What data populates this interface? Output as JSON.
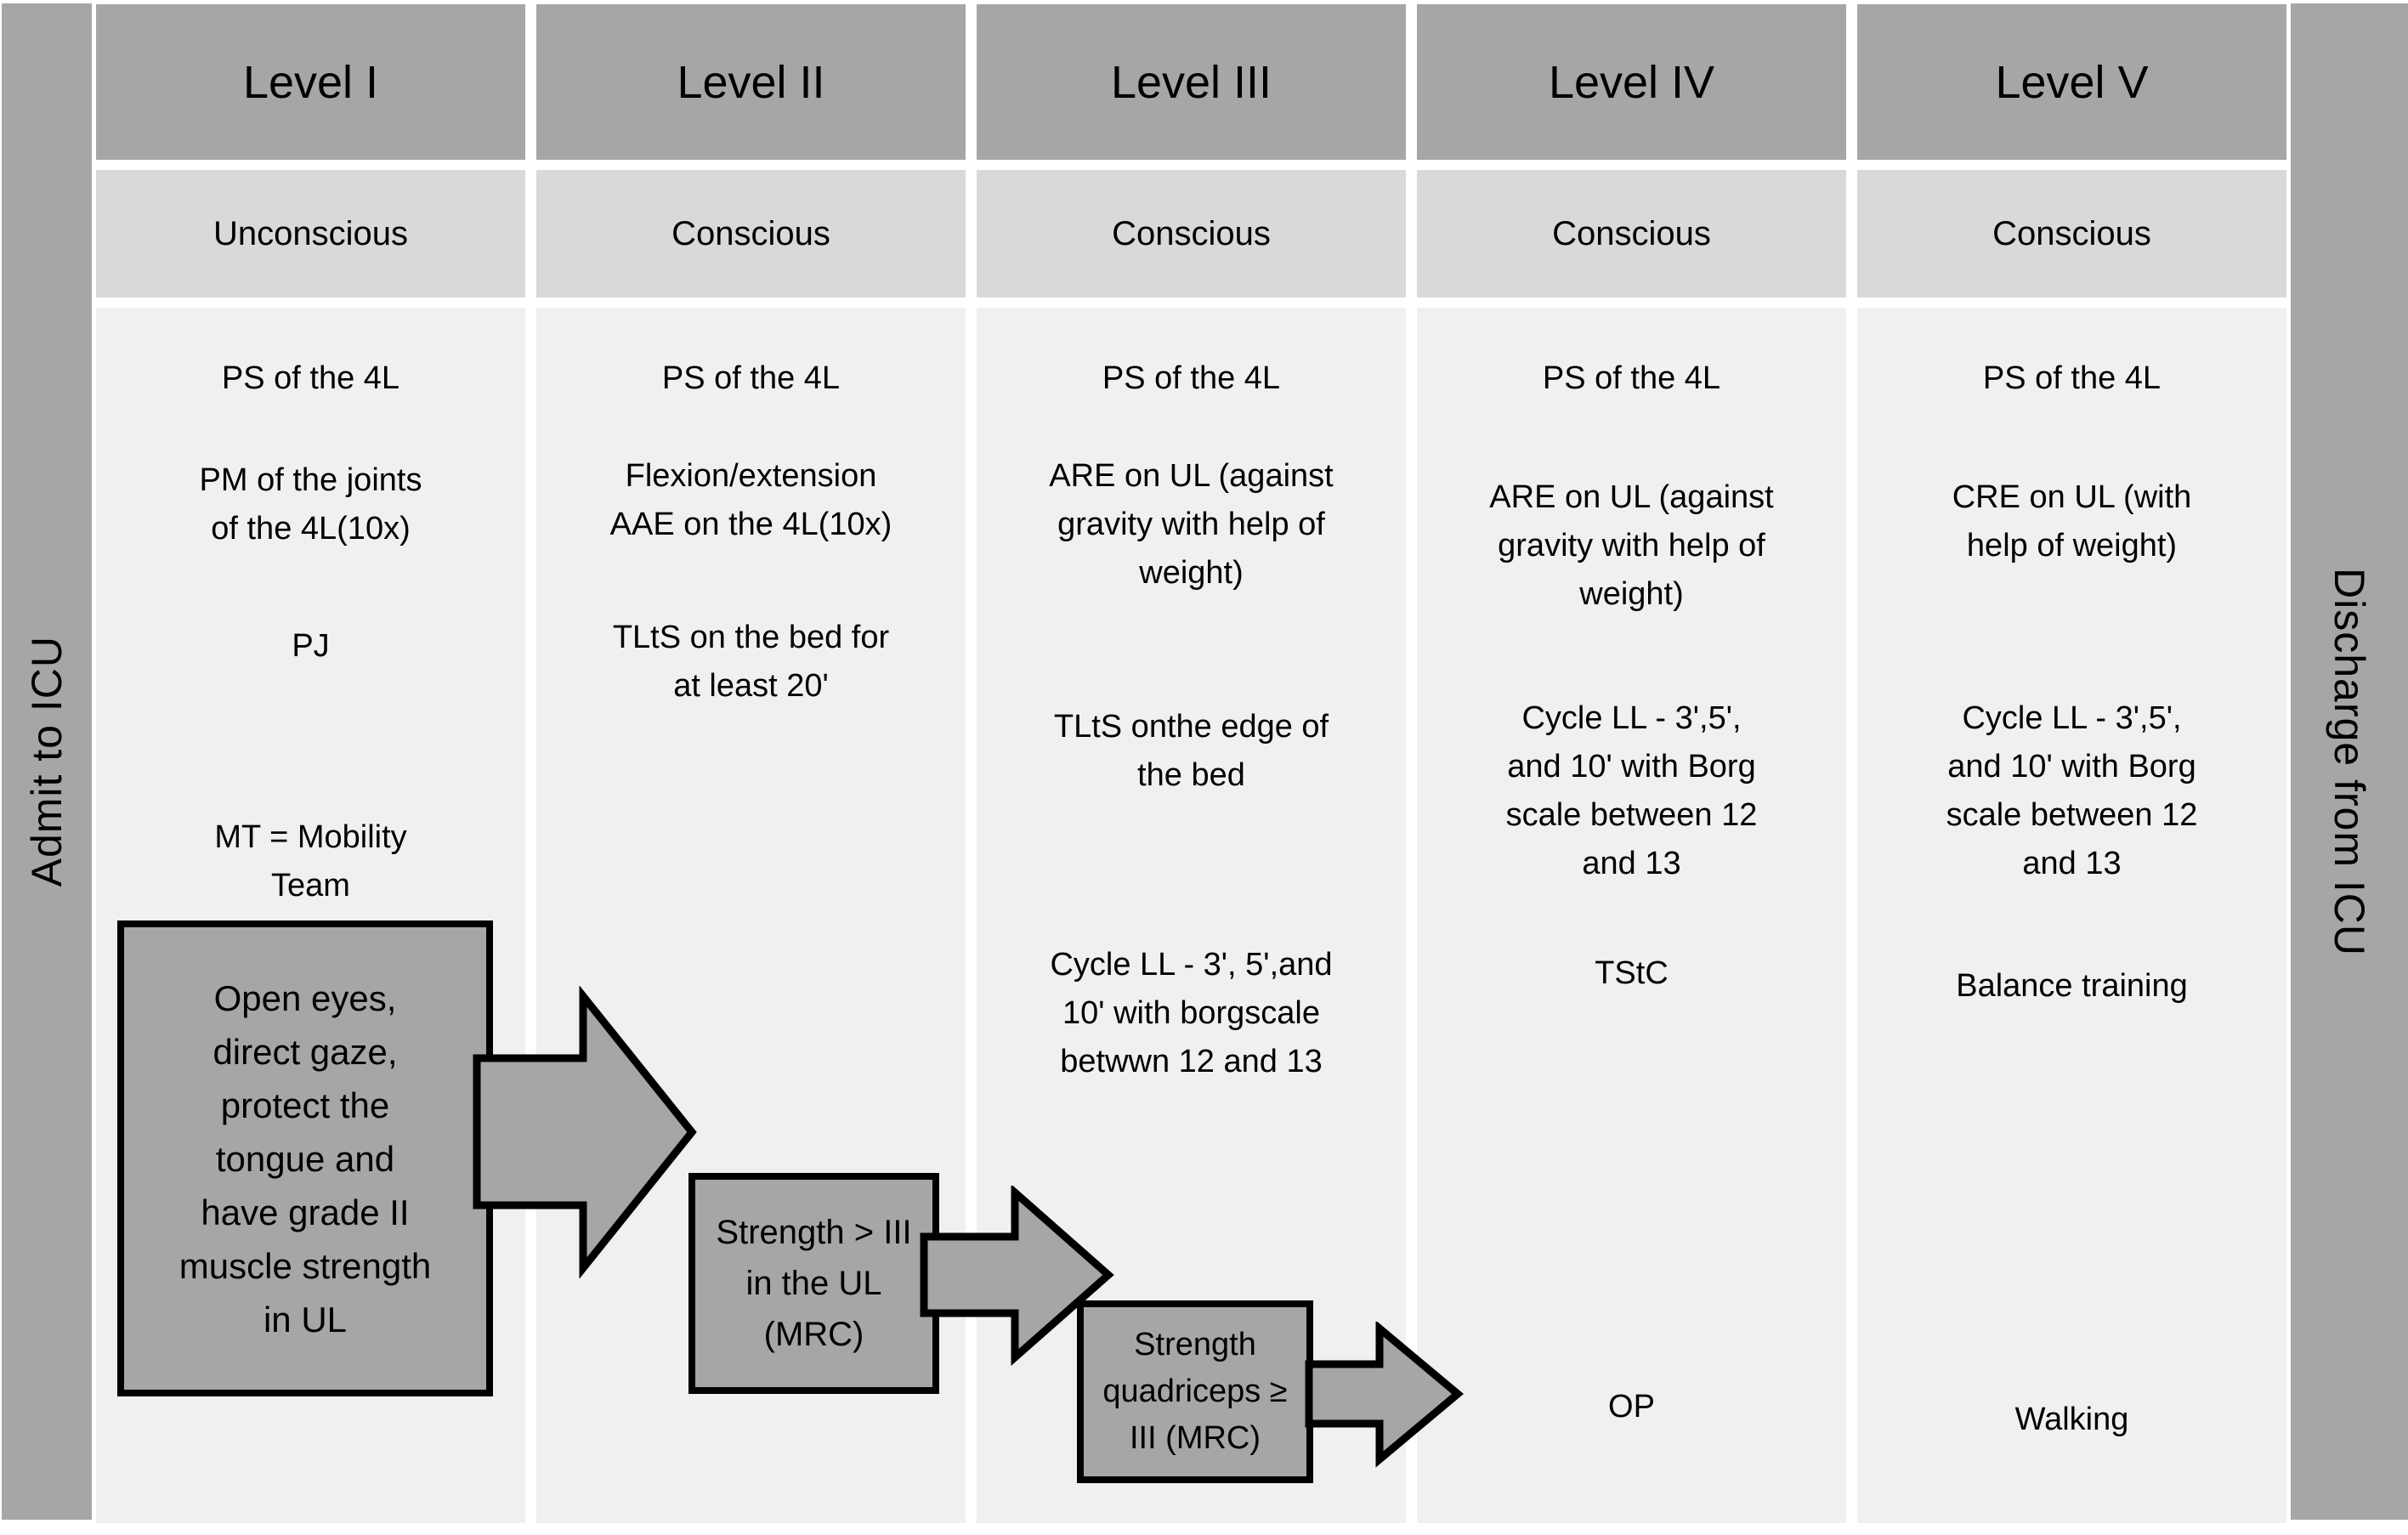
{
  "diagram_title": "ICU mobilization protocol levels",
  "colors": {
    "header_gray": "#a6a6a6",
    "state_gray": "#d9d9d9",
    "body_gray": "#f0f0f0",
    "box_fill": "#a6a6a6",
    "border_black": "#000000",
    "background": "#ffffff"
  },
  "sidebar_left": {
    "label": "Admit to ICU"
  },
  "sidebar_right": {
    "label": "Discharge from ICU"
  },
  "columns": [
    {
      "level": "Level I",
      "state": "Unconscious",
      "items": [
        "PS of the 4L",
        "PM of the joints\nof the 4L(10x)",
        "PJ",
        "MT = Mobility\nTeam"
      ]
    },
    {
      "level": "Level II",
      "state": "Conscious",
      "items": [
        "PS of the 4L",
        "Flexion/extension\nAAE on the 4L(10x)",
        "TLtS on the bed for\nat least 20'"
      ]
    },
    {
      "level": "Level III",
      "state": "Conscious",
      "items": [
        "PS of the 4L",
        "ARE on UL (against\ngravity with help of\nweight)",
        "TLtS onthe edge of\nthe bed",
        "Cycle LL - 3', 5',and\n10' with borgscale\nbetwwn 12 and 13"
      ]
    },
    {
      "level": "Level IV",
      "state": "Conscious",
      "items": [
        "PS of the 4L",
        "ARE on UL (against\ngravity with help of\nweight)",
        "Cycle LL - 3',5',\nand 10' with Borg\nscale between 12\nand 13",
        "TStC",
        "OP"
      ]
    },
    {
      "level": "Level V",
      "state": "Conscious",
      "items": [
        "PS of the 4L",
        "CRE on UL (with\nhelp of weight)",
        "Cycle LL - 3',5',\nand 10' with Borg\nscale between 12\nand 13",
        "Balance training",
        "Walking"
      ]
    }
  ],
  "criteria_boxes": [
    {
      "text": "Open eyes,\ndirect gaze,\nprotect the\ntongue and\nhave grade II\nmuscle strength\nin UL"
    },
    {
      "text": "Strength > III\nin the UL\n(MRC)"
    },
    {
      "text": "Strength\nquadriceps ≥\nIII (MRC)"
    }
  ]
}
